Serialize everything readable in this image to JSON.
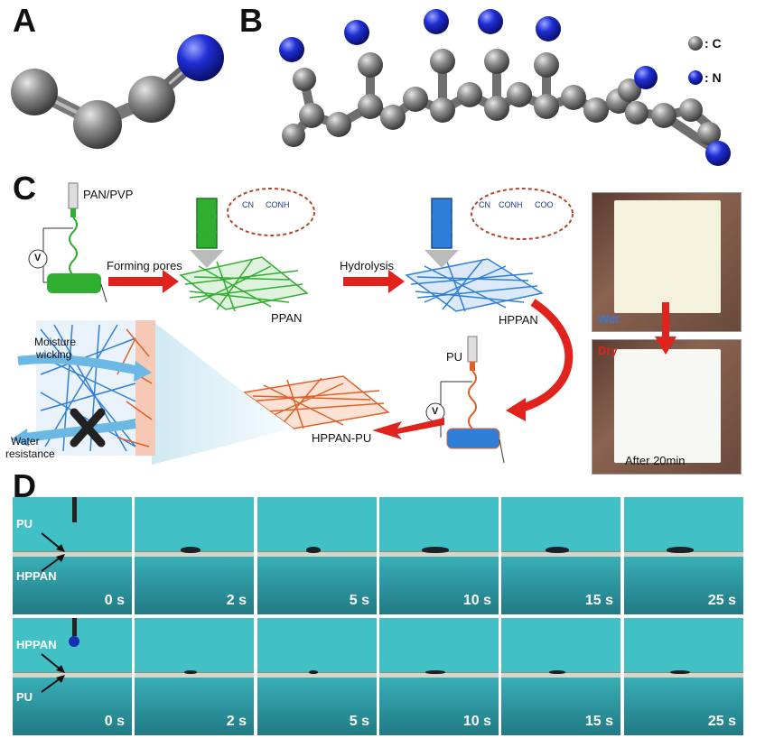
{
  "panels": {
    "a": "A",
    "b": "B",
    "c": "C",
    "d": "D"
  },
  "legend": {
    "carbon": ": C",
    "nitrogen": ": N"
  },
  "colors": {
    "carbon": "#8a8a8a",
    "nitrogen": "#1f2fd6",
    "ppan_fiber": "#2fae2f",
    "hppan_fiber": "#2f7fd9",
    "pu_fiber": "#e0602a",
    "arrow": "#e0231c",
    "water": "#41c0c6"
  },
  "schematic": {
    "pan_pvp": "PAN/PVP",
    "forming_pores": "Forming pores",
    "hydrolysis": "Hydrolysis",
    "ppan": "PPAN",
    "hppan": "HPPAN",
    "hppan_pu": "HPPAN-PU",
    "pu": "PU",
    "moisture_wicking_1": "Moisture",
    "moisture_wicking_2": "wicking",
    "water_resistance_1": "Water",
    "water_resistance_2": "resistance",
    "voltage": "V",
    "ppan_group_1": "CN",
    "ppan_group_2": "CONH",
    "hppan_group_1": "CN",
    "hppan_group_2": "CONH",
    "hppan_group_3": "COO"
  },
  "photos": {
    "wet": "Wet",
    "dry": "Dry",
    "after": "After 20min"
  },
  "timelapse": {
    "row1_top_label": "PU",
    "row1_bottom_label": "HPPAN",
    "row2_top_label": "HPPAN",
    "row2_bottom_label": "PU",
    "times": [
      "0 s",
      "2 s",
      "5 s",
      "10 s",
      "15 s",
      "25 s"
    ]
  }
}
